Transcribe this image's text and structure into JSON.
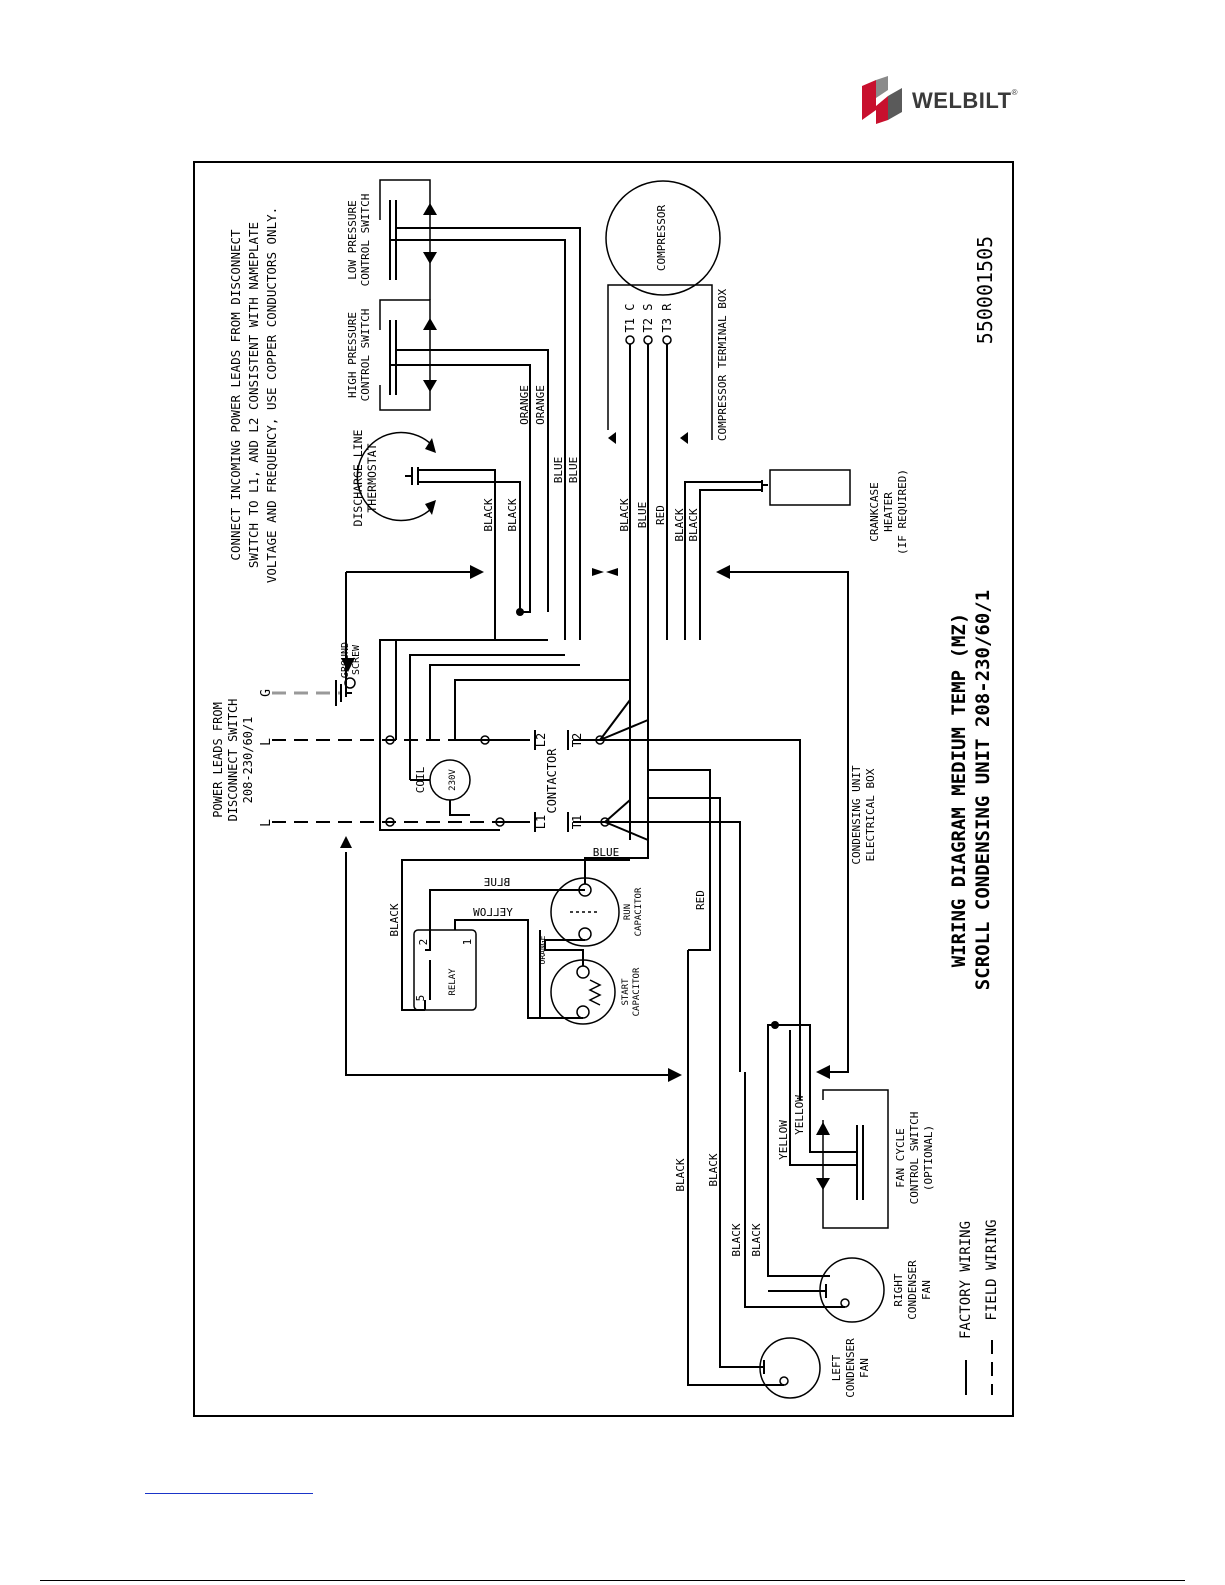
{
  "logo": {
    "text": "WELBILT",
    "registered": "®",
    "colors": {
      "red": "#c8102e",
      "gray": "#5a5a5a"
    }
  },
  "diagram": {
    "drawing_number": "550001505",
    "title_line1": "WIRING DIAGRAM MEDIUM TEMP (MZ)",
    "title_line2": "SCROLL CONDENSING UNIT 208-230/60/1",
    "note_line1": "CONNECT INCOMING POWER LEADS FROM DISCONNECT",
    "note_line2": "SWITCH TO L1, AND L2 CONSISTENT WITH NAMEPLATE",
    "note_line3": "VOLTAGE AND FREQUENCY, USE COPPER CONDUCTORS ONLY.",
    "power_leads_line1": "POWER LEADS FROM",
    "power_leads_line2": "DISCONNECT SWITCH",
    "power_leads_line3": "208-230/60/1",
    "lead_l1": "L",
    "lead_l2": "L",
    "lead_g": "G",
    "ground_screw_line1": "GROUND",
    "ground_screw_line2": "SCREW",
    "discharge_line1": "DISCHARGE LINE",
    "discharge_line2": "THERMOSTAT",
    "high_pressure_line1": "HIGH PRESSURE",
    "high_pressure_line2": "CONTROL SWITCH",
    "low_pressure_line1": "LOW PRESSURE",
    "low_pressure_line2": "CONTROL SWITCH",
    "compressor": "COMPRESSOR",
    "terminal_t1": "T1 C",
    "terminal_t2": "T2 S",
    "terminal_t3": "T3 R",
    "compressor_terminal_box": "COMPRESSOR TERMINAL BOX",
    "crankcase_line1": "CRANKCASE",
    "crankcase_line2": "HEATER",
    "crankcase_line3": "(IF REQUIRED)",
    "coil_label": "COIL",
    "coil_voltage": "230V",
    "contactor": "CONTACTOR",
    "contactor_l1": "L1",
    "contactor_l2": "L2",
    "contactor_t1": "T1",
    "contactor_t2": "T2",
    "condensing_box_line1": "CONDENSING UNIT",
    "condensing_box_line2": "ELECTRICAL BOX",
    "run_cap_line1": "RUN",
    "run_cap_line2": "CAPACITOR",
    "start_cap_line1": "START",
    "start_cap_line2": "CAPACITOR",
    "relay": "RELAY",
    "relay_pin_5": "5",
    "relay_pin_2": "2",
    "relay_pin_1": "1",
    "fan_cycle_line1": "FAN CYCLE",
    "fan_cycle_line2": "CONTROL SWITCH",
    "fan_cycle_line3": "(OPTIONAL)",
    "right_fan_line1": "RIGHT",
    "right_fan_line2": "CONDENSER",
    "right_fan_line3": "FAN",
    "left_fan_line1": "LEFT",
    "left_fan_line2": "CONDENSER",
    "left_fan_line3": "FAN",
    "legend_factory": "FACTORY WIRING",
    "legend_field": "FIELD WIRING",
    "wire_black": "BLACK",
    "wire_blue": "BLUE",
    "wire_orange": "ORANGE",
    "wire_red": "RED",
    "wire_yellow": "YELLOW"
  }
}
